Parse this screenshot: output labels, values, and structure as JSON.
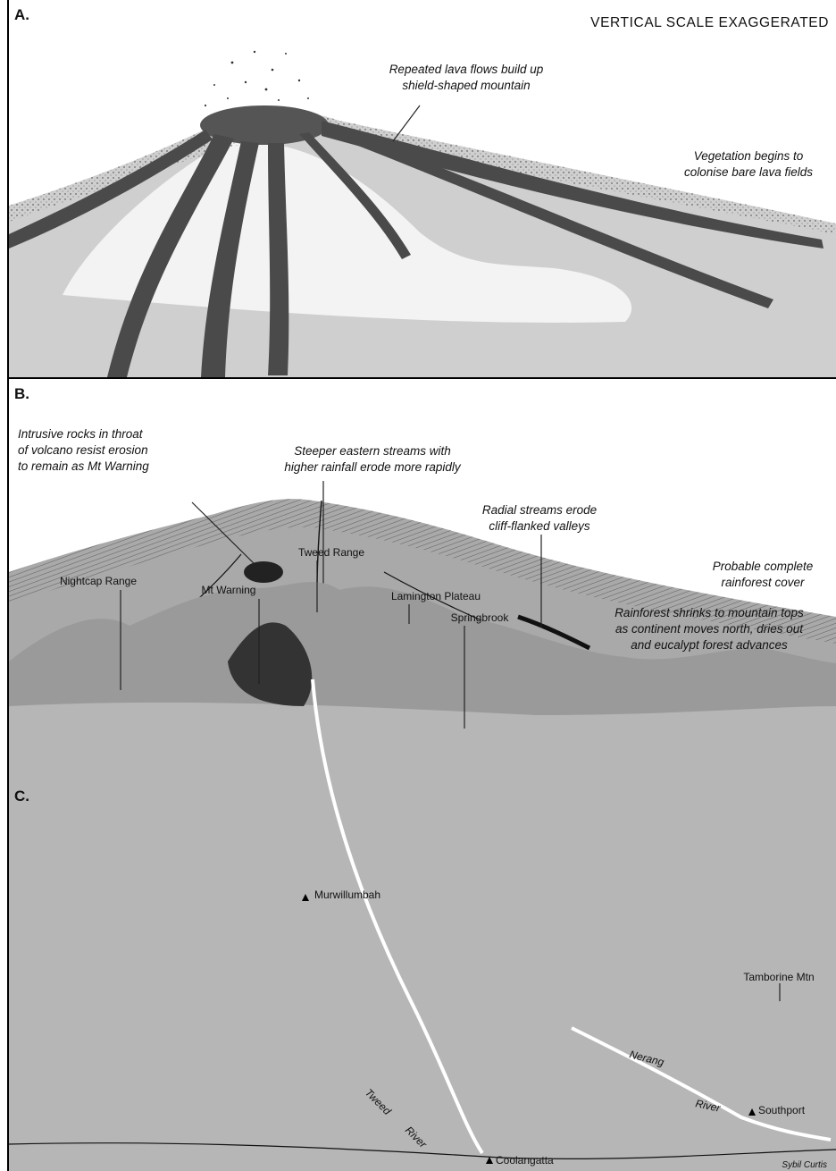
{
  "header": {
    "scale_note": "VERTICAL SCALE EXAGGERATED"
  },
  "panels": {
    "a": {
      "letter": "A.",
      "label_main_1": "Repeated lava flows build up",
      "label_main_2": "shield-shaped mountain",
      "label_veg_1": "Vegetation begins to",
      "label_veg_2": "colonise bare lava fields"
    },
    "b": {
      "letter": "B.",
      "label_intrusive_1": "Intrusive rocks in throat",
      "label_intrusive_2": "of volcano resist erosion",
      "label_intrusive_3": "to remain as Mt Warning",
      "label_steeper_1": "Steeper eastern streams with",
      "label_steeper_2": "higher rainfall erode more rapidly",
      "label_radial_1": "Radial streams erode",
      "label_radial_2": "cliff-flanked valleys",
      "label_rainforest_1": "Probable complete",
      "label_rainforest_2": "rainforest cover"
    },
    "c": {
      "letter": "C.",
      "nightcap": "Nightcap Range",
      "mt_warning": "Mt Warning",
      "tweed_range": "Tweed Range",
      "lamington": "Lamington Plateau",
      "springbrook": "Springbrook",
      "shrinks_1": "Rainforest shrinks to mountain tops",
      "shrinks_2": "as continent moves north, dries out",
      "shrinks_3": "and eucalypt forest advances",
      "tamborine": "Tamborine Mtn",
      "murwillumbah": "Murwillumbah",
      "nerang": "Nerang",
      "river": "River",
      "southport": "Southport",
      "tweed_word": "Tweed",
      "river_word": "River",
      "coolangatta": "Coolangatta",
      "credit": "Sybil Curtis"
    }
  }
}
